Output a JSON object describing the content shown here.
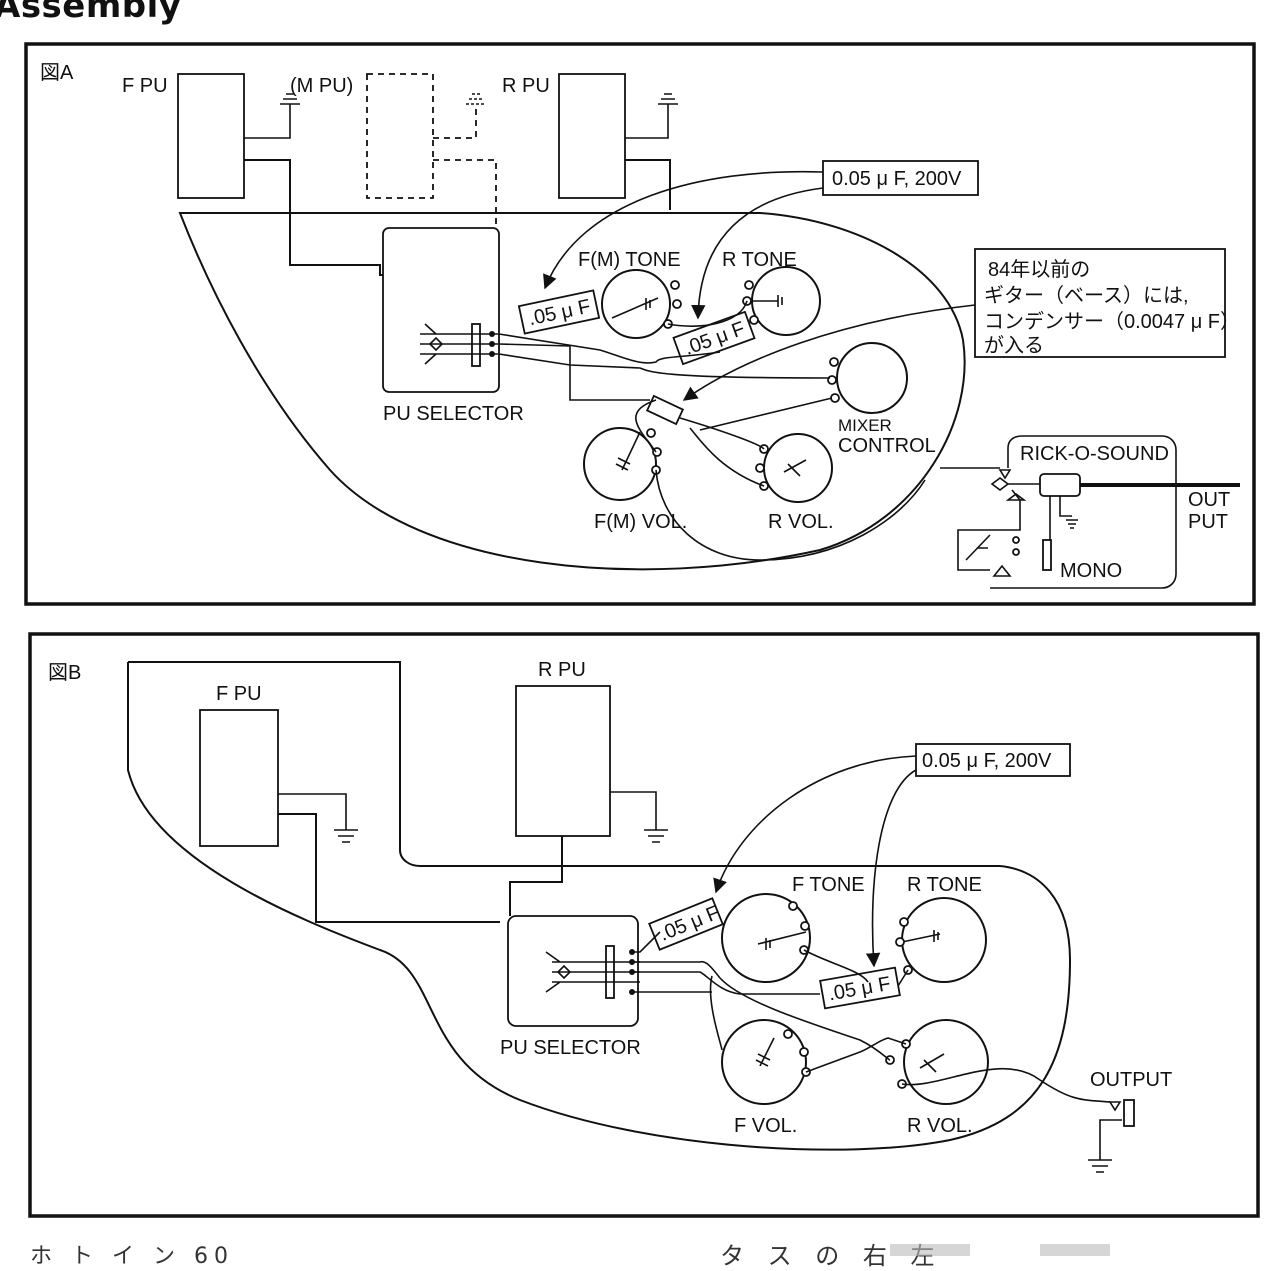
{
  "title": "Assembly",
  "diagram_a": {
    "figure_label": "図A",
    "pickups": [
      "F PU",
      "(M PU)",
      "R PU"
    ],
    "cap_spec": "0.05 μ F, 200V",
    "cap_label": ".05 μ F",
    "tone_pots": [
      "F(M) TONE",
      "R TONE"
    ],
    "selector": "PU SELECTOR",
    "mixer": [
      "MIXER",
      "CONTROL"
    ],
    "volume_pots": [
      "F(M) VOL.",
      "R VOL."
    ],
    "note": [
      "84年以前の",
      "ギター（ベース）には,",
      "コンデンサー（0.0047 μ F）",
      "が入る"
    ],
    "jack": "RICK-O-SOUND",
    "output": [
      "OUT",
      "PUT"
    ],
    "mono": "MONO"
  },
  "diagram_b": {
    "figure_label": "図B",
    "pickups": [
      "F PU",
      "R PU"
    ],
    "cap_spec": "0.05 μ F, 200V",
    "cap_label": ".05 μ F",
    "tone_pots": [
      "F TONE",
      "R TONE"
    ],
    "selector": "PU SELECTOR",
    "volume_pots": [
      "F VOL.",
      "R VOL."
    ],
    "output": "OUTPUT"
  },
  "footer": {
    "left": "ホ ト イ ン 60",
    "right": "タ ス の 右 左"
  }
}
